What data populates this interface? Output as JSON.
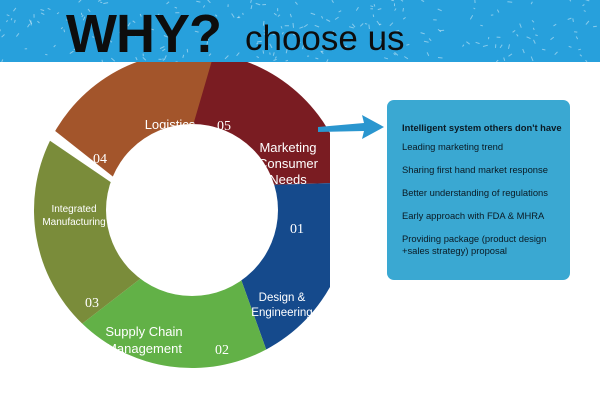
{
  "header": {
    "title": "WHY?",
    "subtitle": "choose us",
    "color": "#27a0dc"
  },
  "cycle": {
    "segments": [
      {
        "label_lines": [
          "Marketing",
          "Consumer",
          "Needs"
        ],
        "number": "01",
        "color": "#a3552b"
      },
      {
        "label_lines": [
          "Design &",
          "Engineering"
        ],
        "number": "02",
        "color": "#7a1c22"
      },
      {
        "label_lines": [
          "Supply Chain",
          "Management"
        ],
        "number": "03",
        "color": "#154a8c"
      },
      {
        "label_lines": [
          "Integrated",
          "Manufacturing"
        ],
        "number": "04",
        "color": "#62b147"
      },
      {
        "label_lines": [
          "Logistics"
        ],
        "number": "05",
        "color": "#7a8c3a"
      }
    ]
  },
  "panel": {
    "heading": "Intelligent system others don't have",
    "items": [
      "Leading marketing trend",
      "Sharing first hand market response",
      "Better understanding of regulations",
      "Early approach with FDA & MHRA",
      "Providing package (product design +sales strategy) proposal"
    ],
    "color": "#3aa8d2"
  },
  "arrow_color": "#2a96cf"
}
